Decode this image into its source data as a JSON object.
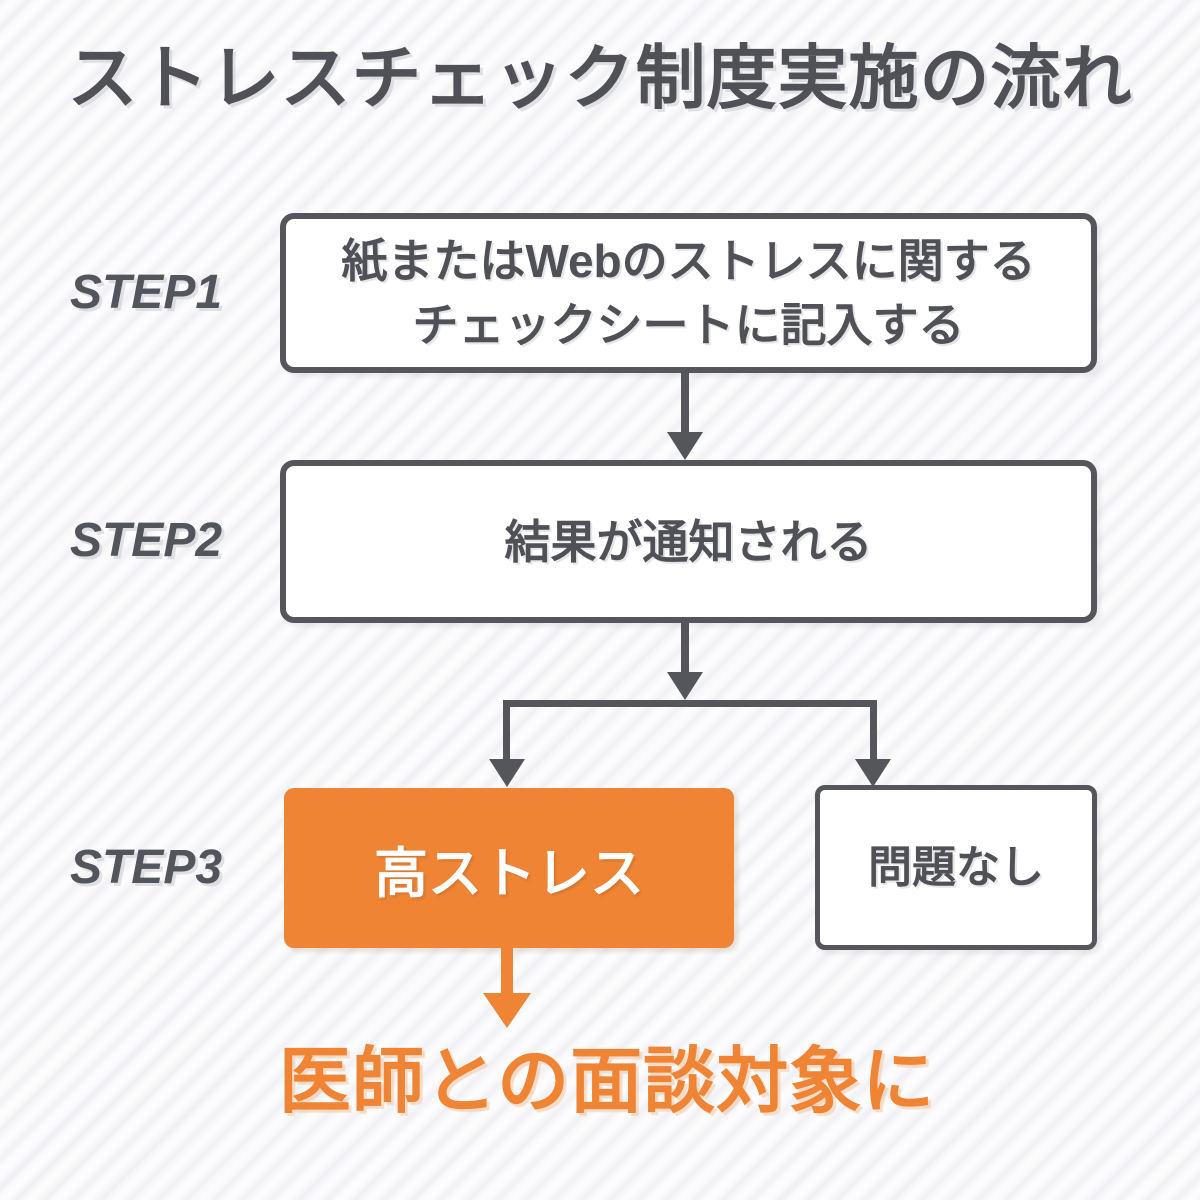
{
  "title": "ストレスチェック制度実施の流れ",
  "colors": {
    "dark": "#54565c",
    "accent_orange": "#ef8435",
    "box_background": "#ffffff",
    "stripe_gray": "#f1f1f5"
  },
  "steps": [
    {
      "label": "STEP1",
      "lines": [
        "紙またはWebのストレスに関する",
        "チェックシートに記入する"
      ]
    },
    {
      "label": "STEP2",
      "lines": [
        "結果が通知される"
      ]
    },
    {
      "label": "STEP3",
      "branches": [
        {
          "text": "高ストレス",
          "style": "highlighted-orange"
        },
        {
          "text": "問題なし",
          "style": "plain-outline"
        }
      ]
    }
  ],
  "outcome": {
    "text": "医師との面談対象に"
  }
}
